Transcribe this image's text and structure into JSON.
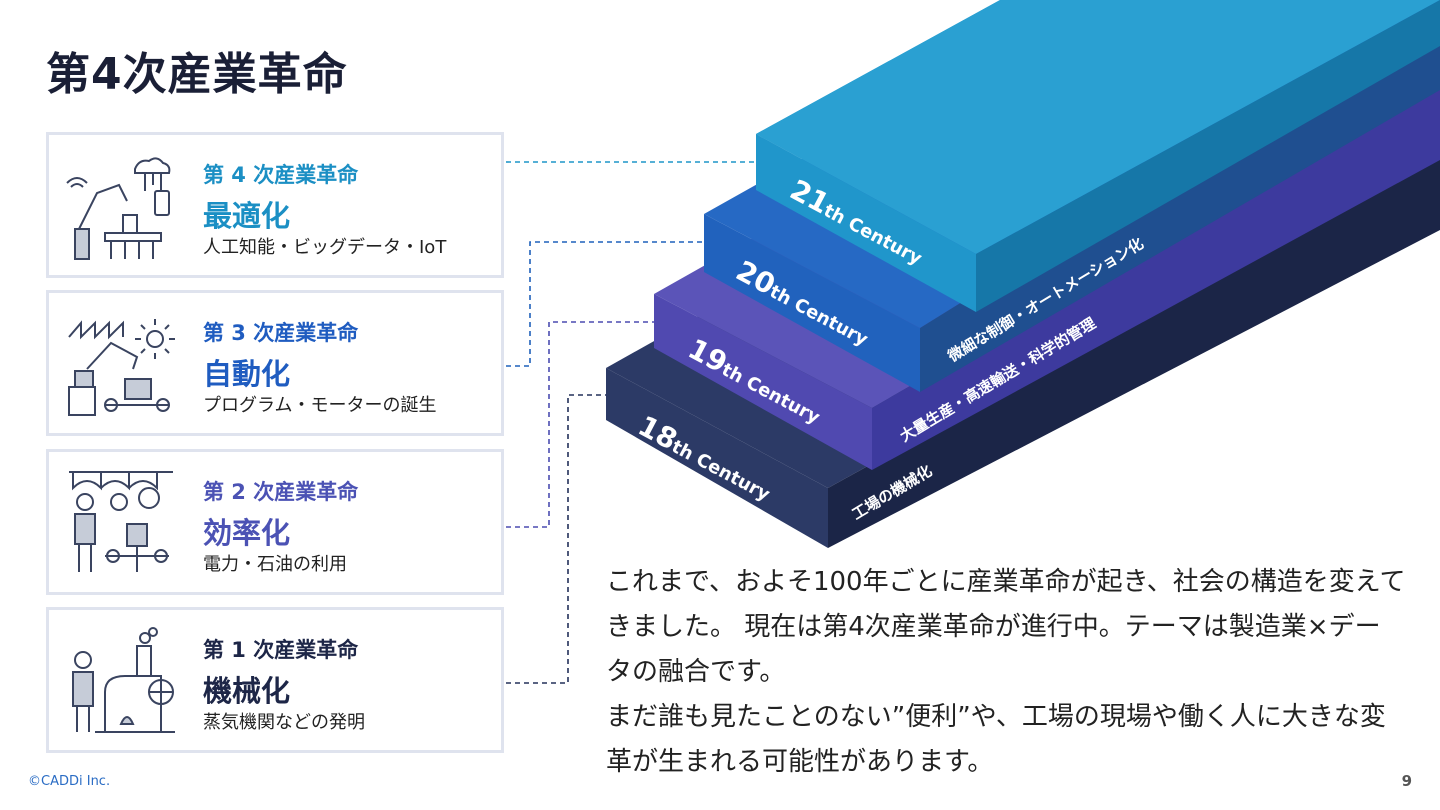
{
  "title": "第4次産業革命",
  "cards": [
    {
      "era": "第 4 次産業革命",
      "head": "最適化",
      "sub": "人工知能・ビッグデータ・IoT",
      "color": "#1b8fc4"
    },
    {
      "era": "第 3 次産業革命",
      "head": "自動化",
      "sub": "プログラム・モーターの誕生",
      "color": "#1f5cc0"
    },
    {
      "era": "第 2 次産業革命",
      "head": "効率化",
      "sub": "電力・石油の利用",
      "color": "#4b52b4"
    },
    {
      "era": "第 1 次産業革命",
      "head": "機械化",
      "sub": "蒸気機関などの発明",
      "color": "#1d2647"
    }
  ],
  "steps": [
    {
      "century_num": "21",
      "century_suffix": "th Century",
      "desc": "",
      "color": "#1e95c9"
    },
    {
      "century_num": "20",
      "century_suffix": "th Century",
      "desc": "微細な制御・オートメーション化",
      "color": "#1f60bb"
    },
    {
      "century_num": "19",
      "century_suffix": "th Century",
      "desc": "大量生産・高速輸送・科学的管理",
      "color": "#4b4cb1"
    },
    {
      "century_num": "18",
      "century_suffix": "th Century",
      "desc": "工場の機械化",
      "color": "#23305a"
    }
  ],
  "body": {
    "p1": "これまで、およそ100年ごとに産業革命が起き、社会の構造を変えてきました。 現在は第4次産業革命が進行中。テーマは製造業×データの融合です。",
    "p2": "まだ誰も見たことのない”便利”や、工場の現場や働く人に大きな変革が生まれる可能性があります。"
  },
  "footer": {
    "company": "©CADDi Inc.",
    "page": "9"
  }
}
